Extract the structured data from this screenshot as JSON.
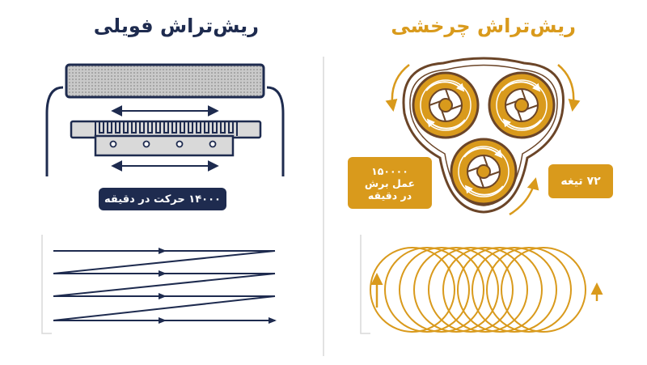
{
  "colors": {
    "navy": "#1e2b4f",
    "gold": "#d99a1c",
    "brown": "#6b4528",
    "foil": "#c9c9c9",
    "comb": "#d9d9d9",
    "divider": "#d8d8d8"
  },
  "foil": {
    "title": "ریش‌تراش فویلی",
    "badge": "۱۴۰۰۰ حرکت در دقیقه"
  },
  "rotary": {
    "title": "ریش‌تراش چرخشی",
    "count_badge": {
      "line1": "۱۵۰۰۰۰",
      "line2": "عمل برش",
      "line3": "در دقیقه"
    },
    "blade_badge": "۷۲ تیغه"
  }
}
